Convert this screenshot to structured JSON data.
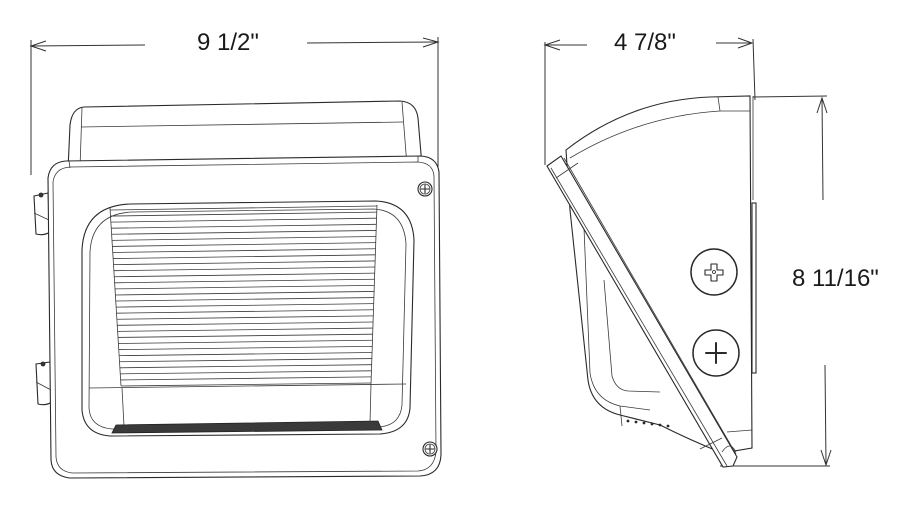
{
  "diagram": {
    "subject": "Wall pack light fixture dimensional drawing",
    "views": [
      {
        "id": "front",
        "name": "Front view"
      },
      {
        "id": "side",
        "name": "Side view"
      }
    ],
    "dimensions": {
      "width": {
        "label": "9 1/2\"",
        "view": "front",
        "axis": "horizontal"
      },
      "depth": {
        "label": "4 7/8\"",
        "view": "side",
        "axis": "horizontal"
      },
      "height": {
        "label": "8 11/16\"",
        "view": "side",
        "axis": "vertical"
      }
    },
    "colors": {
      "line": "#2a2a2a",
      "background": "#ffffff"
    }
  }
}
